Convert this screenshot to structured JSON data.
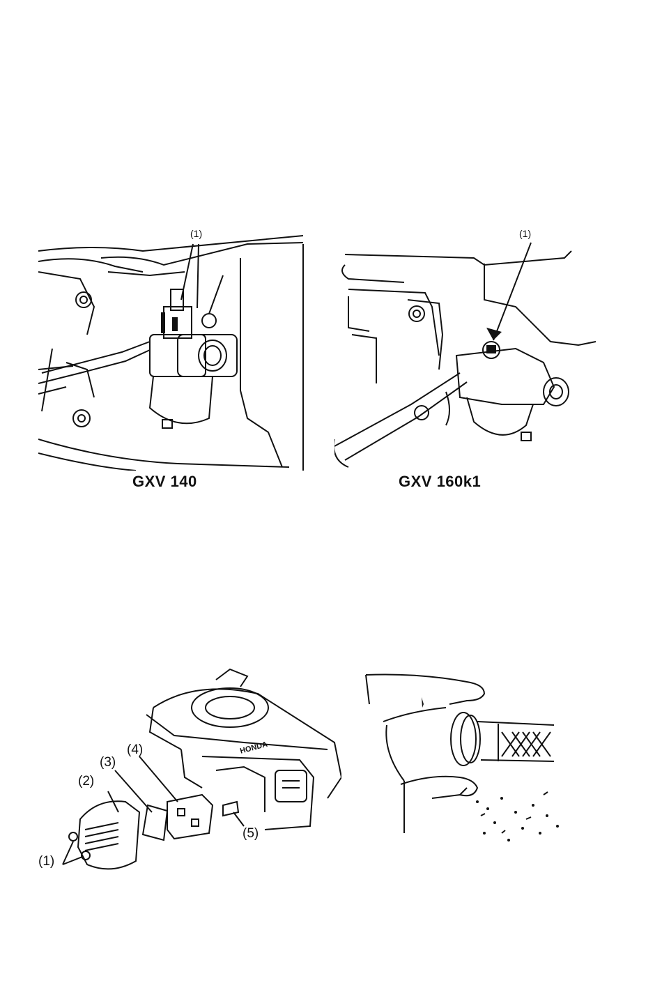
{
  "figures": {
    "gxv140": {
      "caption": "GXV 140",
      "callouts": [
        "(1)"
      ]
    },
    "gxv160": {
      "caption": "GXV 160k1",
      "callouts": [
        "(1)"
      ]
    },
    "muffler": {
      "callouts": [
        "(1)",
        "(2)",
        "(3)",
        "(4)",
        "(5)"
      ],
      "brand_mark": "HONDA"
    },
    "hose": {}
  },
  "icons": {
    "gxv140": "carburetor-adjustment-illustration",
    "gxv160": "carburetor-adjustment-illustration",
    "muffler": "muffler-exploded-view-illustration",
    "hose": "hand-holding-fuel-hose-illustration"
  }
}
